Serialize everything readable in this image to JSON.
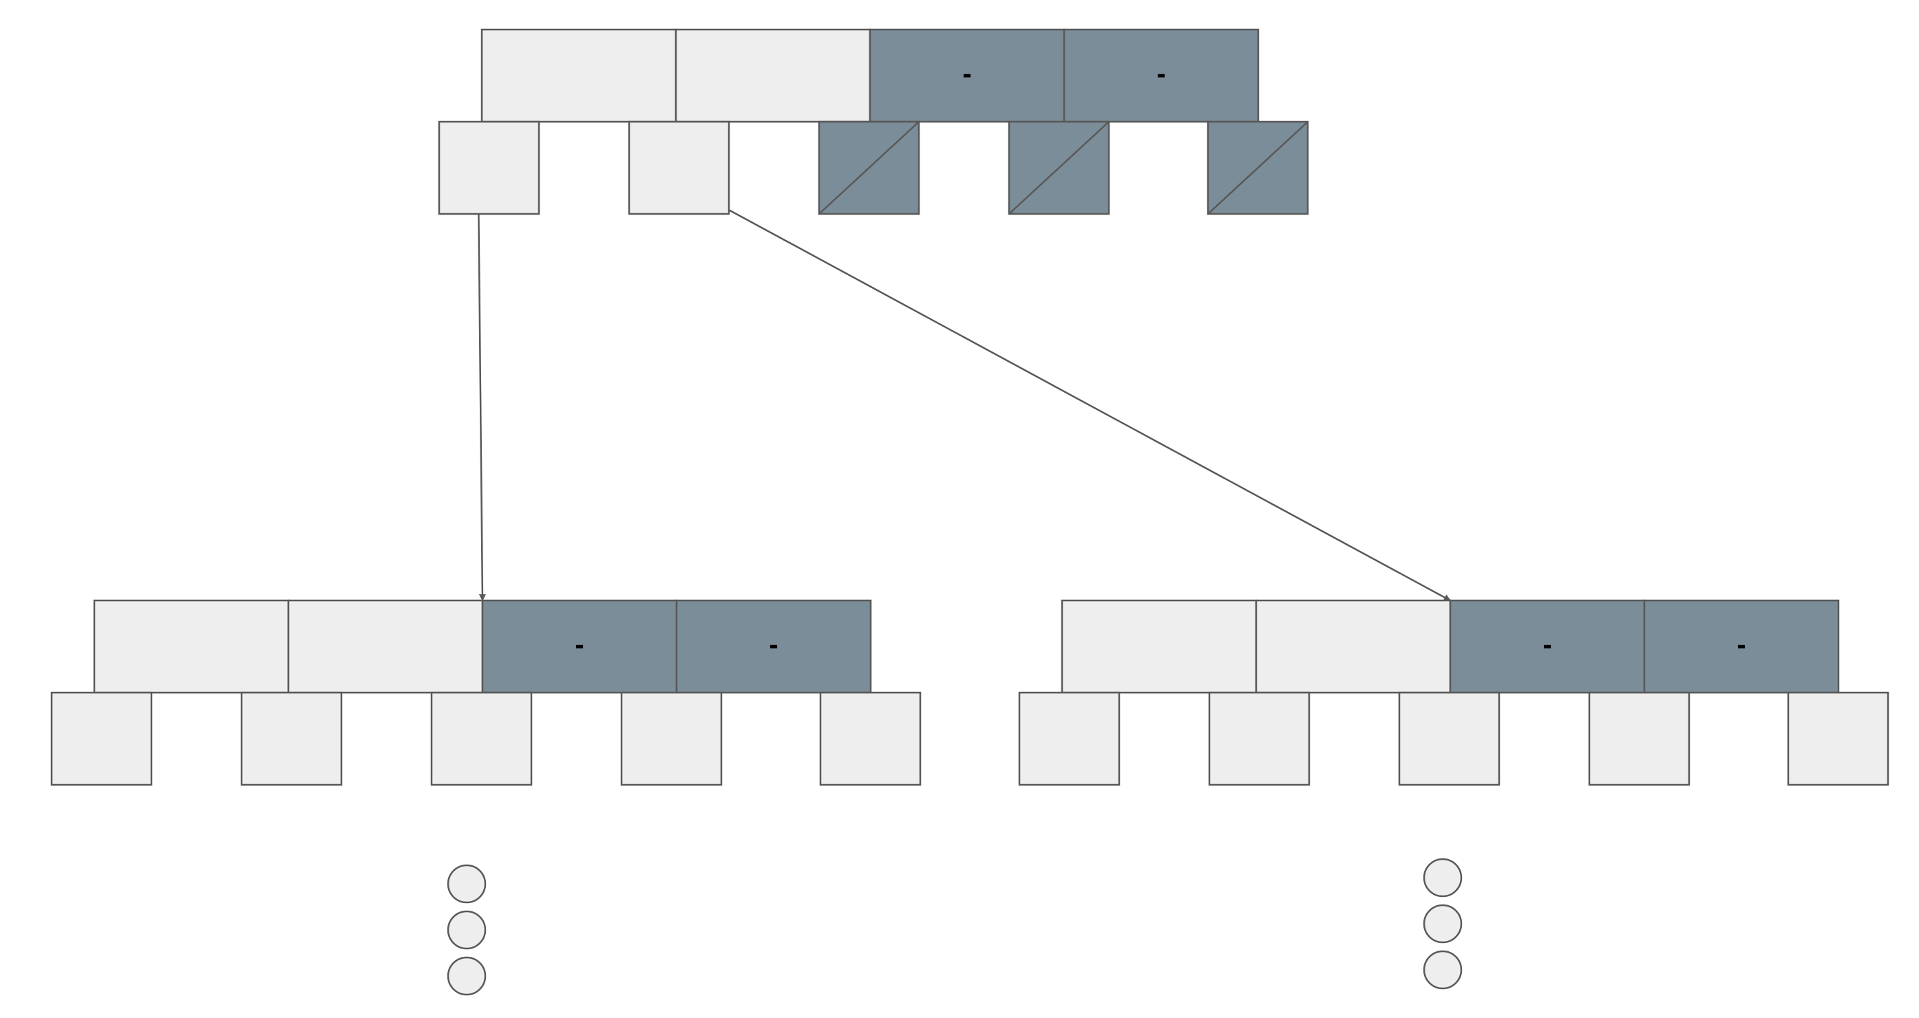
{
  "colors": {
    "empty_fill": "#eeeeee",
    "used_fill": "#7b8d98",
    "stroke": "#595959",
    "arrow": "#595959"
  },
  "nodes": [
    {
      "id": "root-node",
      "keys": [
        "",
        "",
        "-",
        "-"
      ],
      "key_state": [
        "empty",
        "empty",
        "used",
        "used"
      ],
      "children": [
        "pointer",
        "pointer",
        "null",
        "null",
        "null"
      ]
    },
    {
      "id": "left-child-node",
      "keys": [
        "",
        "",
        "-",
        "-"
      ],
      "key_state": [
        "empty",
        "empty",
        "used",
        "used"
      ],
      "children": [
        "empty",
        "empty",
        "empty",
        "empty",
        "empty"
      ]
    },
    {
      "id": "right-child-node",
      "keys": [
        "",
        "",
        "-",
        "-"
      ],
      "key_state": [
        "empty",
        "empty",
        "used",
        "used"
      ],
      "children": [
        "empty",
        "empty",
        "empty",
        "empty",
        "empty"
      ]
    }
  ],
  "edges": [
    {
      "from_node": "root-node",
      "from_child": 0,
      "to_node": "left-child-node"
    },
    {
      "from_node": "root-node",
      "from_child": 1,
      "to_node": "right-child-node"
    }
  ],
  "continuation_markers": [
    {
      "under": "left-child-node",
      "count": 3
    },
    {
      "under": "right-child-node",
      "count": 3
    }
  ]
}
